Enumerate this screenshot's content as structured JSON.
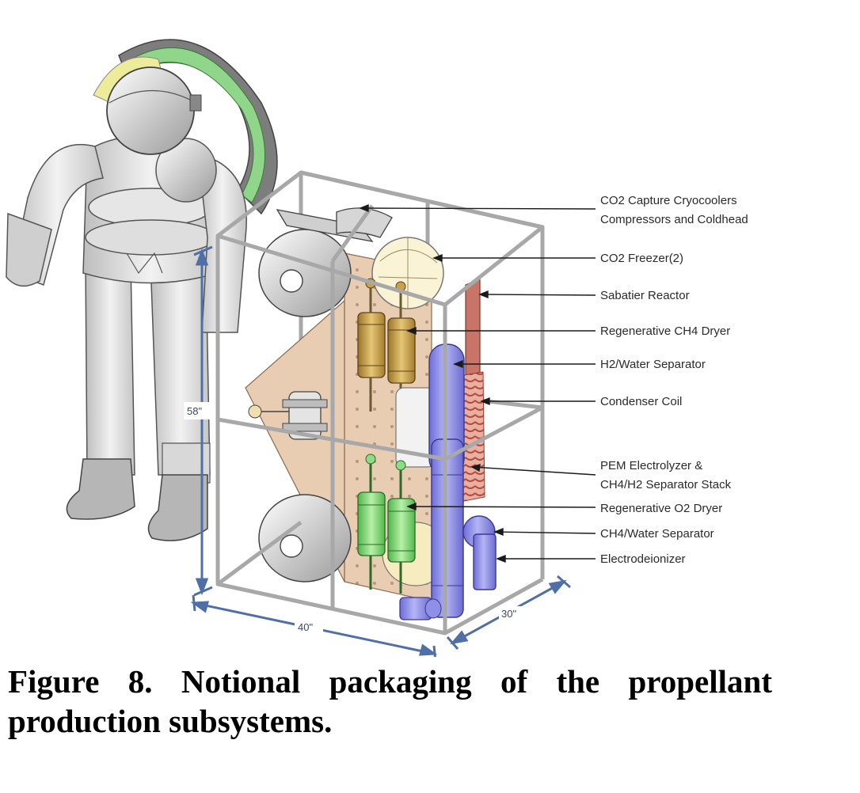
{
  "labels": [
    {
      "lines": [
        "CO2 Capture Cryocoolers",
        "Compressors and Coldhead"
      ]
    },
    {
      "lines": [
        "CO2 Freezer(2)"
      ]
    },
    {
      "lines": [
        "Sabatier Reactor"
      ]
    },
    {
      "lines": [
        "Regenerative CH4 Dryer"
      ]
    },
    {
      "lines": [
        "H2/Water Separator"
      ]
    },
    {
      "lines": [
        "Condenser Coil"
      ]
    },
    {
      "lines": [
        "PEM Electrolyzer &",
        "CH4/H2 Separator Stack"
      ]
    },
    {
      "lines": [
        "Regenerative O2 Dryer"
      ]
    },
    {
      "lines": [
        "CH4/Water Separator"
      ]
    },
    {
      "lines": [
        "Electrodeionizer"
      ]
    }
  ],
  "dimensions": {
    "height": "58\"",
    "width": "40\"",
    "depth": "30\""
  },
  "caption": {
    "line1": "Figure 8. Notional packaging of the propellant",
    "line2": "production subsystems."
  },
  "colors": {
    "frame": "#a8a8a8",
    "dimension": "#4f6fa8",
    "panel": "#e8cdb2",
    "dryer_top": "#c8a14a",
    "dryer_bottom": "#8fdc86",
    "separator": "#8f8fe6",
    "coil": "#c86a5a",
    "suit": "#e2e2e2"
  }
}
